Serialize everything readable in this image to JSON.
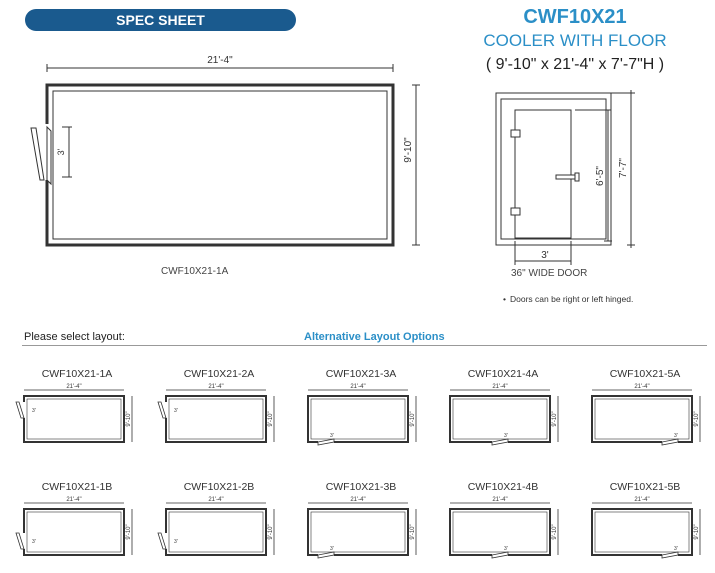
{
  "header": {
    "banner": "SPEC SHEET"
  },
  "product": {
    "model": "CWF10X21",
    "subtitle": "COOLER WITH FLOOR",
    "dimensions": "( 9'-10\" x 21'-4\" x 7'-7\"H )"
  },
  "plan": {
    "width_label": "21'-4\"",
    "depth_label": "9'-10\"",
    "door_label": "3'",
    "layout_name": "CWF10X21-1A"
  },
  "elevation": {
    "door_height_label": "6'-5\"",
    "height_label": "7'-7\"",
    "door_width_label": "3'",
    "door_caption": "36\" WIDE DOOR",
    "note": "Doors can be right or left hinged."
  },
  "layouts": {
    "select_label": "Please select layout:",
    "alt_label": "Alternative Layout Options",
    "options": [
      {
        "name": "CWF10X21-1A",
        "door": "left-top"
      },
      {
        "name": "CWF10X21-2A",
        "door": "left-top-b"
      },
      {
        "name": "CWF10X21-3A",
        "door": "bottom-left"
      },
      {
        "name": "CWF10X21-4A",
        "door": "bottom-center"
      },
      {
        "name": "CWF10X21-5A",
        "door": "bottom-right"
      },
      {
        "name": "CWF10X21-1B",
        "door": "left-bottom"
      },
      {
        "name": "CWF10X21-2B",
        "door": "left-bottom-b"
      },
      {
        "name": "CWF10X21-3B",
        "door": "bottom-left"
      },
      {
        "name": "CWF10X21-4B",
        "door": "bottom-center"
      },
      {
        "name": "CWF10X21-5B",
        "door": "bottom-right"
      }
    ],
    "thumb_width_label": "21'-4\"",
    "thumb_depth_label": "9'-10\"",
    "thumb_door_label": "3'"
  }
}
